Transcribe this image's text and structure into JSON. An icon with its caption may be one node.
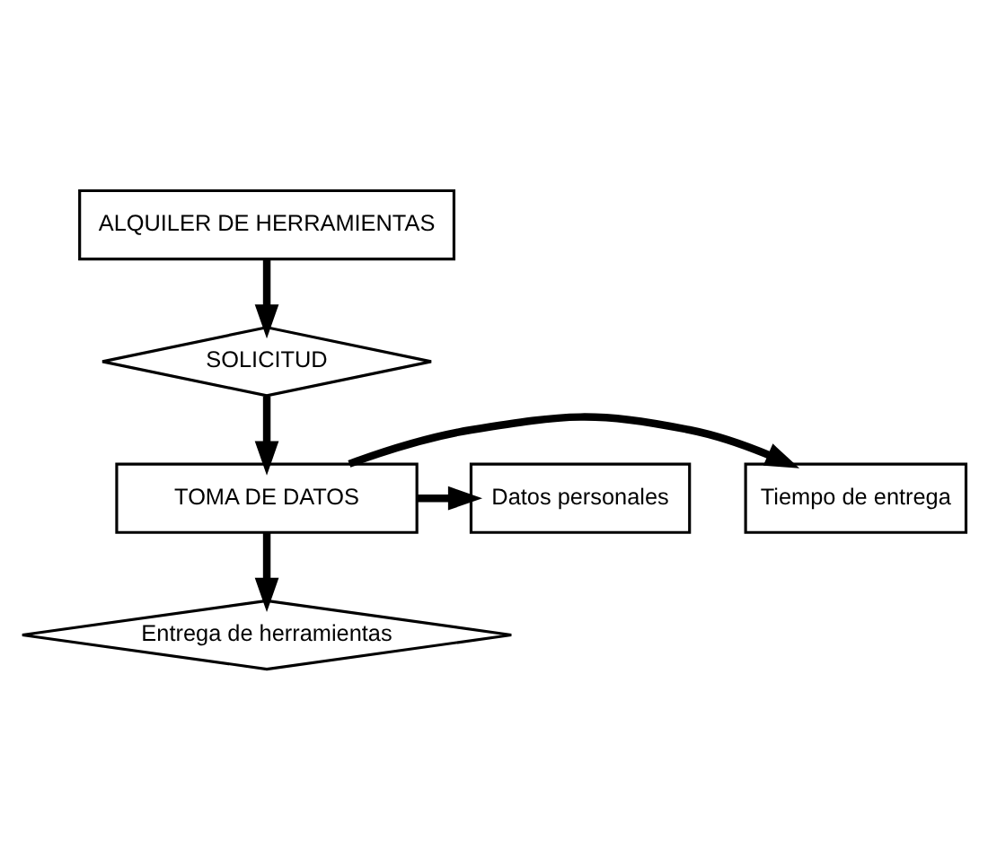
{
  "diagram": {
    "nodes": [
      {
        "text": [
          "ALQUILER DE HERRAMIENTAS"
        ]
      },
      {
        "text": [
          "SOLICITUD"
        ]
      },
      {
        "text": [
          "TOMA DE DATOS"
        ]
      },
      {
        "text": [
          "Tiempo de entrega"
        ]
      },
      {
        "text": [
          "Datos personales"
        ]
      },
      {
        "text": [
          "Entrega de herramientas"
        ]
      }
    ],
    "edges": [
      {
        "from": 0,
        "to": 1,
        "arrow": "to"
      },
      {
        "from": 1,
        "to": 2,
        "arrow": "to"
      },
      {
        "from": 2,
        "to": 3,
        "arrow": "to"
      },
      {
        "from": 2,
        "to": 4,
        "arrow": "to"
      },
      {
        "from": 2,
        "to": 5,
        "arrow": "to"
      }
    ]
  }
}
